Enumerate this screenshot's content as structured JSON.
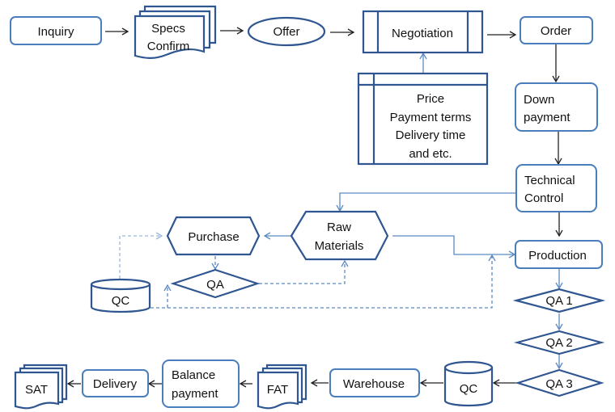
{
  "diagram": {
    "type": "flowchart",
    "colors": {
      "shape_border": "#2f5690",
      "rounded_border": "#4a7ebb",
      "arrow_dark": "#222222",
      "arrow_blue": "#5b8ac4",
      "arrow_dash_light": "#9ab6da"
    },
    "nodes": {
      "inquiry": {
        "label": [
          "Inquiry"
        ],
        "shape": "rounded-rect"
      },
      "specs_confirm": {
        "label": [
          "Specs",
          "Confirm"
        ],
        "shape": "multi-document"
      },
      "offer": {
        "label": [
          "Offer"
        ],
        "shape": "ellipse"
      },
      "negotiation": {
        "label": [
          "Negotiation"
        ],
        "shape": "predefined-process"
      },
      "terms": {
        "label": [
          "Price",
          "Payment terms",
          "Delivery time",
          "and etc."
        ],
        "shape": "internal-storage"
      },
      "order": {
        "label": [
          "Order"
        ],
        "shape": "rounded-rect"
      },
      "down_payment": {
        "label": [
          "Down",
          "payment"
        ],
        "shape": "rounded-rect"
      },
      "technical_control": {
        "label": [
          "Technical",
          "Control"
        ],
        "shape": "rounded-rect"
      },
      "raw_materials": {
        "label": [
          "Raw",
          "Materials"
        ],
        "shape": "hexagon"
      },
      "purchase": {
        "label": [
          "Purchase"
        ],
        "shape": "hexagon"
      },
      "qa": {
        "label": [
          "QA"
        ],
        "shape": "diamond"
      },
      "qc_left": {
        "label": [
          "QC"
        ],
        "shape": "cylinder"
      },
      "production": {
        "label": [
          "Production"
        ],
        "shape": "rounded-rect"
      },
      "qa1": {
        "label": [
          "QA 1"
        ],
        "shape": "diamond"
      },
      "qa2": {
        "label": [
          "QA 2"
        ],
        "shape": "diamond"
      },
      "qa3": {
        "label": [
          "QA 3"
        ],
        "shape": "diamond"
      },
      "qc_bottom": {
        "label": [
          "QC"
        ],
        "shape": "cylinder"
      },
      "warehouse": {
        "label": [
          "Warehouse"
        ],
        "shape": "rounded-rect"
      },
      "fat": {
        "label": [
          "FAT"
        ],
        "shape": "multi-document"
      },
      "balance_payment": {
        "label": [
          "Balance",
          "payment"
        ],
        "shape": "rounded-rect"
      },
      "delivery": {
        "label": [
          "Delivery"
        ],
        "shape": "rounded-rect"
      },
      "sat": {
        "label": [
          "SAT"
        ],
        "shape": "multi-document"
      }
    },
    "edges": [
      {
        "from": "inquiry",
        "to": "specs_confirm",
        "style": "solid-dark"
      },
      {
        "from": "specs_confirm",
        "to": "offer",
        "style": "solid-dark"
      },
      {
        "from": "offer",
        "to": "negotiation",
        "style": "solid-dark"
      },
      {
        "from": "terms",
        "to": "negotiation",
        "style": "solid-blue"
      },
      {
        "from": "negotiation",
        "to": "order",
        "style": "solid-dark"
      },
      {
        "from": "order",
        "to": "down_payment",
        "style": "solid-dark"
      },
      {
        "from": "down_payment",
        "to": "technical_control",
        "style": "solid-dark"
      },
      {
        "from": "technical_control",
        "to": "raw_materials",
        "style": "solid-blue"
      },
      {
        "from": "technical_control",
        "to": "production",
        "style": "solid-dark"
      },
      {
        "from": "raw_materials",
        "to": "purchase",
        "style": "solid-blue"
      },
      {
        "from": "raw_materials",
        "to": "production",
        "style": "solid-blue"
      },
      {
        "from": "purchase",
        "to": "qa",
        "style": "dashed"
      },
      {
        "from": "qa",
        "to": "raw_materials",
        "style": "dashed"
      },
      {
        "from": "qc_left",
        "to": "purchase",
        "style": "dashed-light"
      },
      {
        "from": "qc_left",
        "to": "qa",
        "style": "dashed"
      },
      {
        "from": "qc_left",
        "to": "production",
        "style": "dashed"
      },
      {
        "from": "production",
        "to": "qa1",
        "style": "solid-blue"
      },
      {
        "from": "qa1",
        "to": "qa2",
        "style": "solid-blue"
      },
      {
        "from": "qa2",
        "to": "qa3",
        "style": "solid-blue"
      },
      {
        "from": "qa3",
        "to": "qc_bottom",
        "style": "solid-dark"
      },
      {
        "from": "qc_bottom",
        "to": "warehouse",
        "style": "solid-dark"
      },
      {
        "from": "warehouse",
        "to": "fat",
        "style": "solid-dark"
      },
      {
        "from": "fat",
        "to": "balance_payment",
        "style": "solid-dark"
      },
      {
        "from": "balance_payment",
        "to": "delivery",
        "style": "solid-dark"
      },
      {
        "from": "delivery",
        "to": "sat",
        "style": "solid-dark"
      }
    ]
  }
}
